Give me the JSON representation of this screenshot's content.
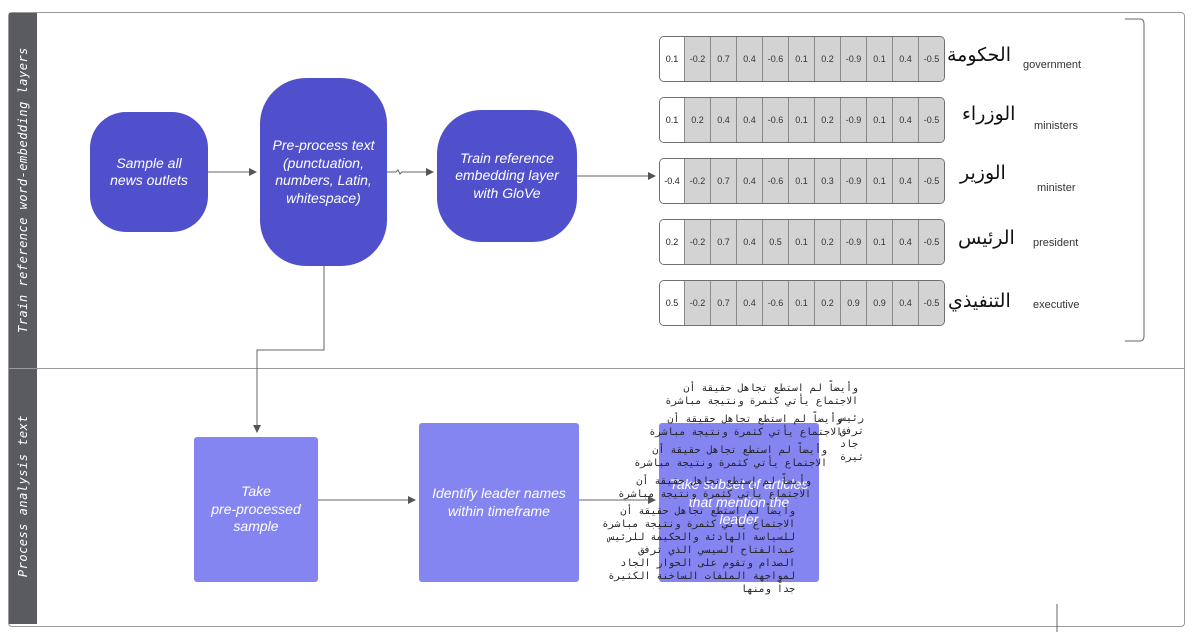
{
  "lanes": {
    "top_label": "Train reference word-embedding layers",
    "bottom_label": "Process analysis text"
  },
  "nodes": {
    "sample": "Sample all news outlets",
    "preprocess": "Pre-process text (punctuation, numbers, Latin, whitespace)",
    "train": "Train reference embedding layer with GloVe",
    "take_sample": "Take\npre-processed\nsample",
    "identify": "Identify leader names within timeframe",
    "subset": "Take subset of articles that mention the leader"
  },
  "embeddings": [
    {
      "arabic": "الحكومة",
      "english": "government",
      "values": [
        "0.1",
        "-0.2",
        "0.7",
        "0.4",
        "-0.6",
        "0.1",
        "0.2",
        "-0.9",
        "0.1",
        "0.4",
        "-0.5"
      ]
    },
    {
      "arabic": "الوزراء",
      "english": "ministers",
      "values": [
        "0.1",
        "0.2",
        "0.4",
        "0.4",
        "-0.6",
        "0.1",
        "0.2",
        "-0.9",
        "0.1",
        "0.4",
        "-0.5"
      ]
    },
    {
      "arabic": "الوزير",
      "english": "minister",
      "values": [
        "-0.4",
        "-0.2",
        "0.7",
        "0.4",
        "-0.6",
        "0.1",
        "0.3",
        "-0.9",
        "0.1",
        "0.4",
        "-0.5"
      ]
    },
    {
      "arabic": "الرئيس",
      "english": "president",
      "values": [
        "0.2",
        "-0.2",
        "0.7",
        "0.4",
        "0.5",
        "0.1",
        "0.2",
        "-0.9",
        "0.1",
        "0.4",
        "-0.5"
      ]
    },
    {
      "arabic": "التنفيذي",
      "english": "executive",
      "values": [
        "0.5",
        "-0.2",
        "0.7",
        "0.4",
        "-0.6",
        "0.1",
        "0.2",
        "0.9",
        "0.9",
        "0.4",
        "-0.5"
      ]
    }
  ],
  "article_text": {
    "lines": [
      "وأيضاً لم استطع تجاهل حقيقة أن",
      "الاجتماع يأتي كثمرة ونتيجة مباشرة",
      "وأيضاً لم استطع تجاهل حقيقة أن",
      "الاجتماع يأتي كثمرة ونتيجة مباشرة",
      "وأيضاً لم استطع تجاهل حقيقة أن",
      "الاجتماع يأتي كثمرة ونتيجة مباشرة",
      "وأيضاً لم استطع تجاهل حقيقة أن",
      "الاجتماع يأتي كثمرة ونتيجة مباشرة",
      "وأيضاً لم استطع تجاهل حقيقة أن",
      "الاجتماع يأتي كثمرة ونتيجة مباشرة",
      "للسياسة الهادئة والحكيمة للرئيس",
      "عبدالفتاح السيسي الذي ترفق",
      "الصدام وتقوم على الحوار الجاد",
      "لمواجهة الملفات الساخنة الكثيرة",
      "جداً ومنها"
    ],
    "side_words": [
      "رئيس",
      "ترفق",
      "جاد",
      "ثيرة"
    ]
  },
  "colors": {
    "dark_node": "#5050cc",
    "light_node": "#8585f2",
    "lane_bar": "#595b60"
  }
}
